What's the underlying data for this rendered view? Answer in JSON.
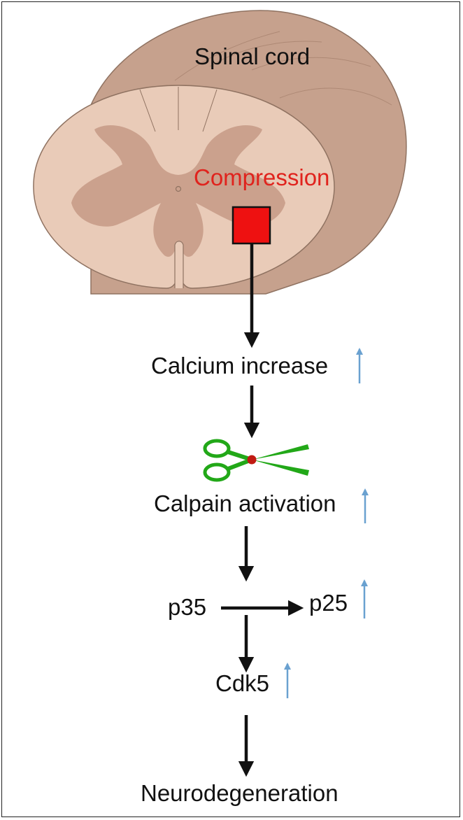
{
  "labels": {
    "spinal_cord": "Spinal cord",
    "compression": "Compression",
    "calcium": "Calcium increase",
    "calpain": "Calpain activation",
    "p35": "p35",
    "p25": "p25",
    "cdk5": "Cdk5",
    "neuro": "Neurodegeneration"
  },
  "icons": {
    "scissors": "scissors-icon",
    "up_arrow": "up-arrow-icon"
  },
  "colors": {
    "cord_outer": "#cfa995",
    "cord_side": "#c4a08c",
    "white_matter": "#e8cbb7",
    "gray_matter": "#c79c89",
    "compression_red": "#e0231d",
    "compression_box": "#ee1111",
    "scissors_green": "#22a818",
    "scissors_pivot": "#c01a12",
    "up_arrow_blue": "#6aa1d0",
    "arrow_black": "#111111"
  }
}
